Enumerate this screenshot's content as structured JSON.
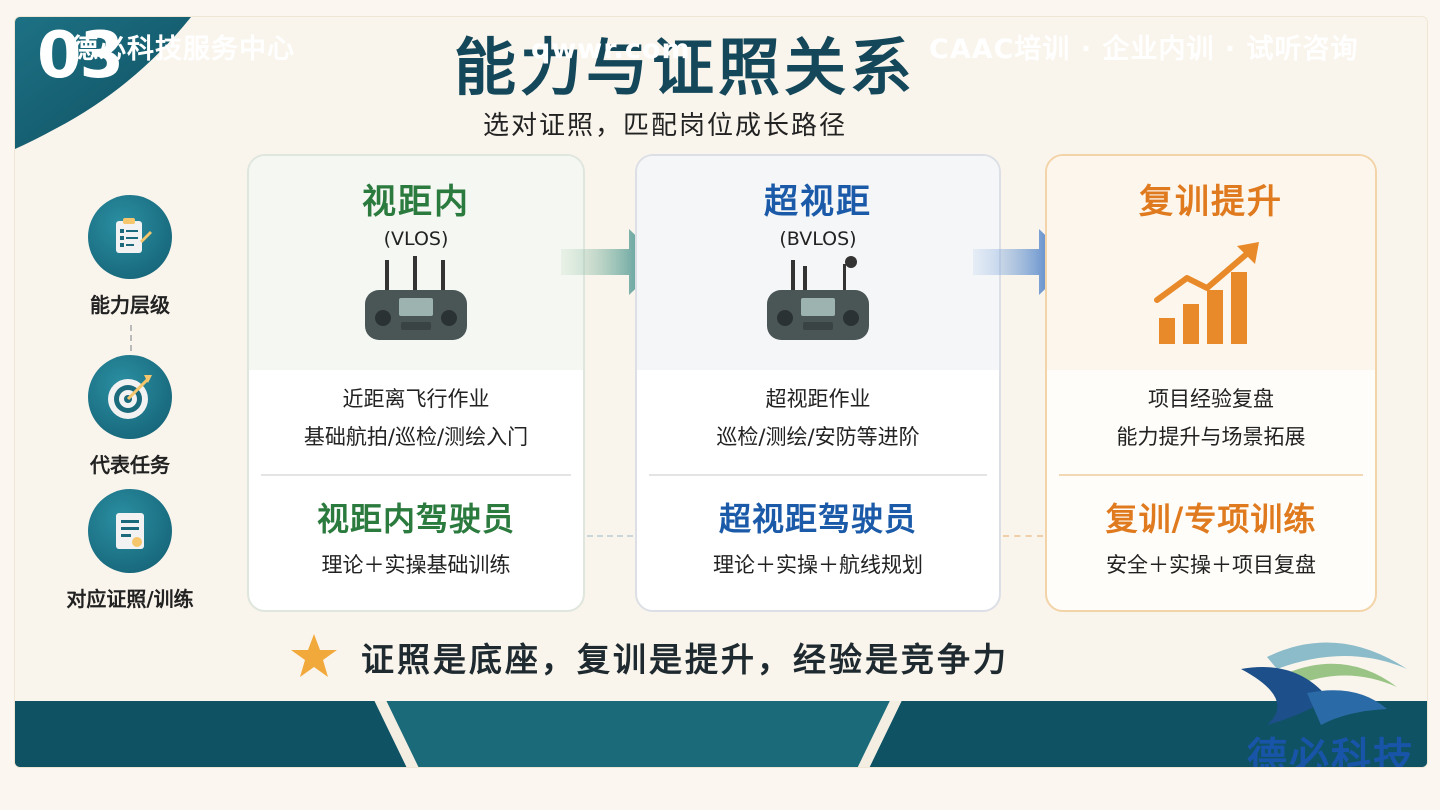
{
  "badge": {
    "number": "03"
  },
  "header": {
    "title": "能力与证照关系",
    "subtitle": "选对证照，匹配岗位成长路径"
  },
  "side": {
    "items": [
      {
        "label": "能力层级",
        "icon": "clipboard-icon"
      },
      {
        "label": "代表任务",
        "icon": "target-icon"
      },
      {
        "label": "对应证照/训练",
        "icon": "certificate-icon"
      }
    ]
  },
  "cards": [
    {
      "title": "视距内",
      "sub": "(VLOS)",
      "line1": "近距离飞行作业",
      "line2": "基础航拍/巡检/测绘入门",
      "bottom_title": "视距内驾驶员",
      "bottom_sub": "理论＋实操基础训练",
      "icon": "drone-controller-icon"
    },
    {
      "title": "超视距",
      "sub": "(BVLOS)",
      "line1": "超视距作业",
      "line2": "巡检/测绘/安防等进阶",
      "bottom_title": "超视距驾驶员",
      "bottom_sub": "理论＋实操＋航线规划",
      "icon": "drone-controller-icon"
    },
    {
      "title": "复训提升",
      "line1": "项目经验复盘",
      "line2": "能力提升与场景拓展",
      "bottom_title": "复训/专项训练",
      "bottom_sub": "安全＋实操＋项目复盘",
      "icon": "growth-chart-icon"
    }
  ],
  "slogan": {
    "text": "证照是底座，复训是提升，经验是竞争力",
    "icon": "star-icon"
  },
  "footer": {
    "org": "德必科技服务中心",
    "site": "qwwr.com",
    "services": "CAAC培训 · 企业内训 · 试听咨询"
  },
  "watermark": {
    "text": "德必科技"
  },
  "colors": {
    "teal": "#14606f",
    "green": "#2b7a3e",
    "blue": "#1a5aa8",
    "orange": "#e07a1f"
  }
}
